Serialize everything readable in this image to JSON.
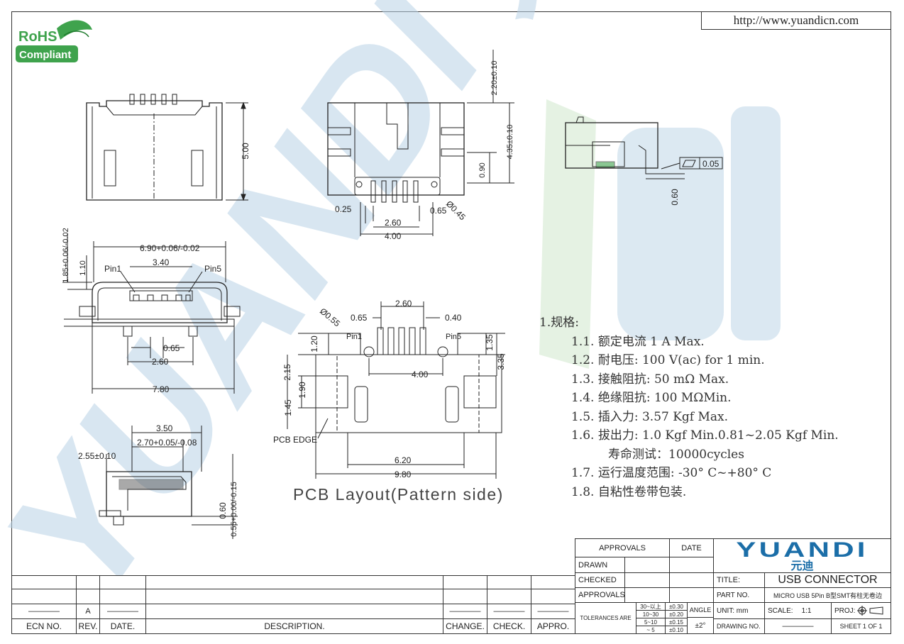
{
  "header": {
    "url": "http://www.yuandicn.com",
    "rohs_line1": "RoHS",
    "rohs_line2": "Compliant",
    "watermark": "YUANDI 元迪"
  },
  "dimensions": {
    "front_height": "5.00",
    "top_220": "2.20±0.10",
    "top_435": "4.35±0.10",
    "top_090": "0.90",
    "top_025": "0.25",
    "top_065": "0.65",
    "top_260": "2.60",
    "top_400": "4.00",
    "top_045": "Ø0.45",
    "side_005": "0.05",
    "side_060": "0.60",
    "mid_690": "6.90+0.06/-0.02",
    "mid_185": "1.85+0.06/-0.02",
    "mid_110": "1.10",
    "mid_340": "3.40",
    "mid_pin1": "Pin1",
    "mid_pin5": "Pin5",
    "mid_065": "0.65",
    "mid_260": "2.60",
    "mid_780": "7.80",
    "bot_350": "3.50",
    "bot_270": "2.70+0.05/-0.08",
    "bot_255": "2.55±0.10",
    "bot_060": "0.60",
    "bot_055": "0.55+0.00/-0.15",
    "pcb_260": "2.60",
    "pcb_065": "0.65",
    "pcb_040": "0.40",
    "pcb_055": "Ø0.55",
    "pcb_pin1": "Pin1",
    "pcb_pin5": "Pin5",
    "pcb_120": "1.20",
    "pcb_135": "1.35",
    "pcb_335": "3.35",
    "pcb_400": "4.00",
    "pcb_215": "2.15",
    "pcb_190": "1.90",
    "pcb_145": "1.45",
    "pcb_edge": "PCB EDGE",
    "pcb_620": "6.20",
    "pcb_980": "9.80"
  },
  "pcb_caption": "PCB Layout(Pattern side)",
  "specs": {
    "heading": "1.规格:",
    "items": [
      "1.1.  额定电流 1 A Max.",
      "1.2.  耐电压: 100 V(ac) for 1 min.",
      "1.3.  接触阻抗: 50 mΩ  Max.",
      "1.4.  绝缘阻抗: 100 MΩMin.",
      "1.5.  插入力: 3.57 Kgf Max.",
      "1.6.  拔出力: 1.0 Kgf Min.0.81~2.05 Kgf Min."
    ],
    "item_16_cont": "寿命测试：10000cycles",
    "items_b": [
      "1.7.  运行温度范围: -30° C~+80° C",
      "1.8.  自粘性卷带包装."
    ]
  },
  "title_block": {
    "approvals_h": "APPROVALS",
    "date_h": "DATE",
    "drawn": "DRAWN",
    "checked": "CHECKED",
    "approvals": "APPROVALS",
    "tolerances": "TOLERANCES ARE",
    "tol_rows": [
      {
        "range": "30~以上",
        "tol": "±0.30"
      },
      {
        "range": "10~30",
        "tol": "±0.20"
      },
      {
        "range": "5~10",
        "tol": "±0.15"
      },
      {
        "range": "~ 5",
        "tol": "±0.10"
      }
    ],
    "angle": "ANGLE",
    "angle_val": "±2°",
    "brand": "YUANDI",
    "brand_cn": "元迪",
    "title_lbl": "TITLE:",
    "title_val": "USB CONNECTOR",
    "part_lbl": "PART NO.",
    "part_val": "MICRO USB 5Pin B型SMT有柱无卷边",
    "unit": "UNIT: mm",
    "scale_lbl": "SCALE:",
    "scale_val": "1:1",
    "proj": "PROJ:",
    "drawing_no": "DRAWING NO.",
    "drawing_val": "————",
    "sheet": "SHEET  1  OF  1"
  },
  "revision": {
    "ecn_val": "————",
    "rev_val": "A",
    "date_val": "————",
    "change_val": "————",
    "check_val": "————",
    "appro_val": "————",
    "ecn": "ECN  NO.",
    "rev": "REV.",
    "date": "DATE.",
    "desc": "DESCRIPTION.",
    "change": "CHANGE.",
    "check": "CHECK.",
    "appro": "APPRO."
  }
}
